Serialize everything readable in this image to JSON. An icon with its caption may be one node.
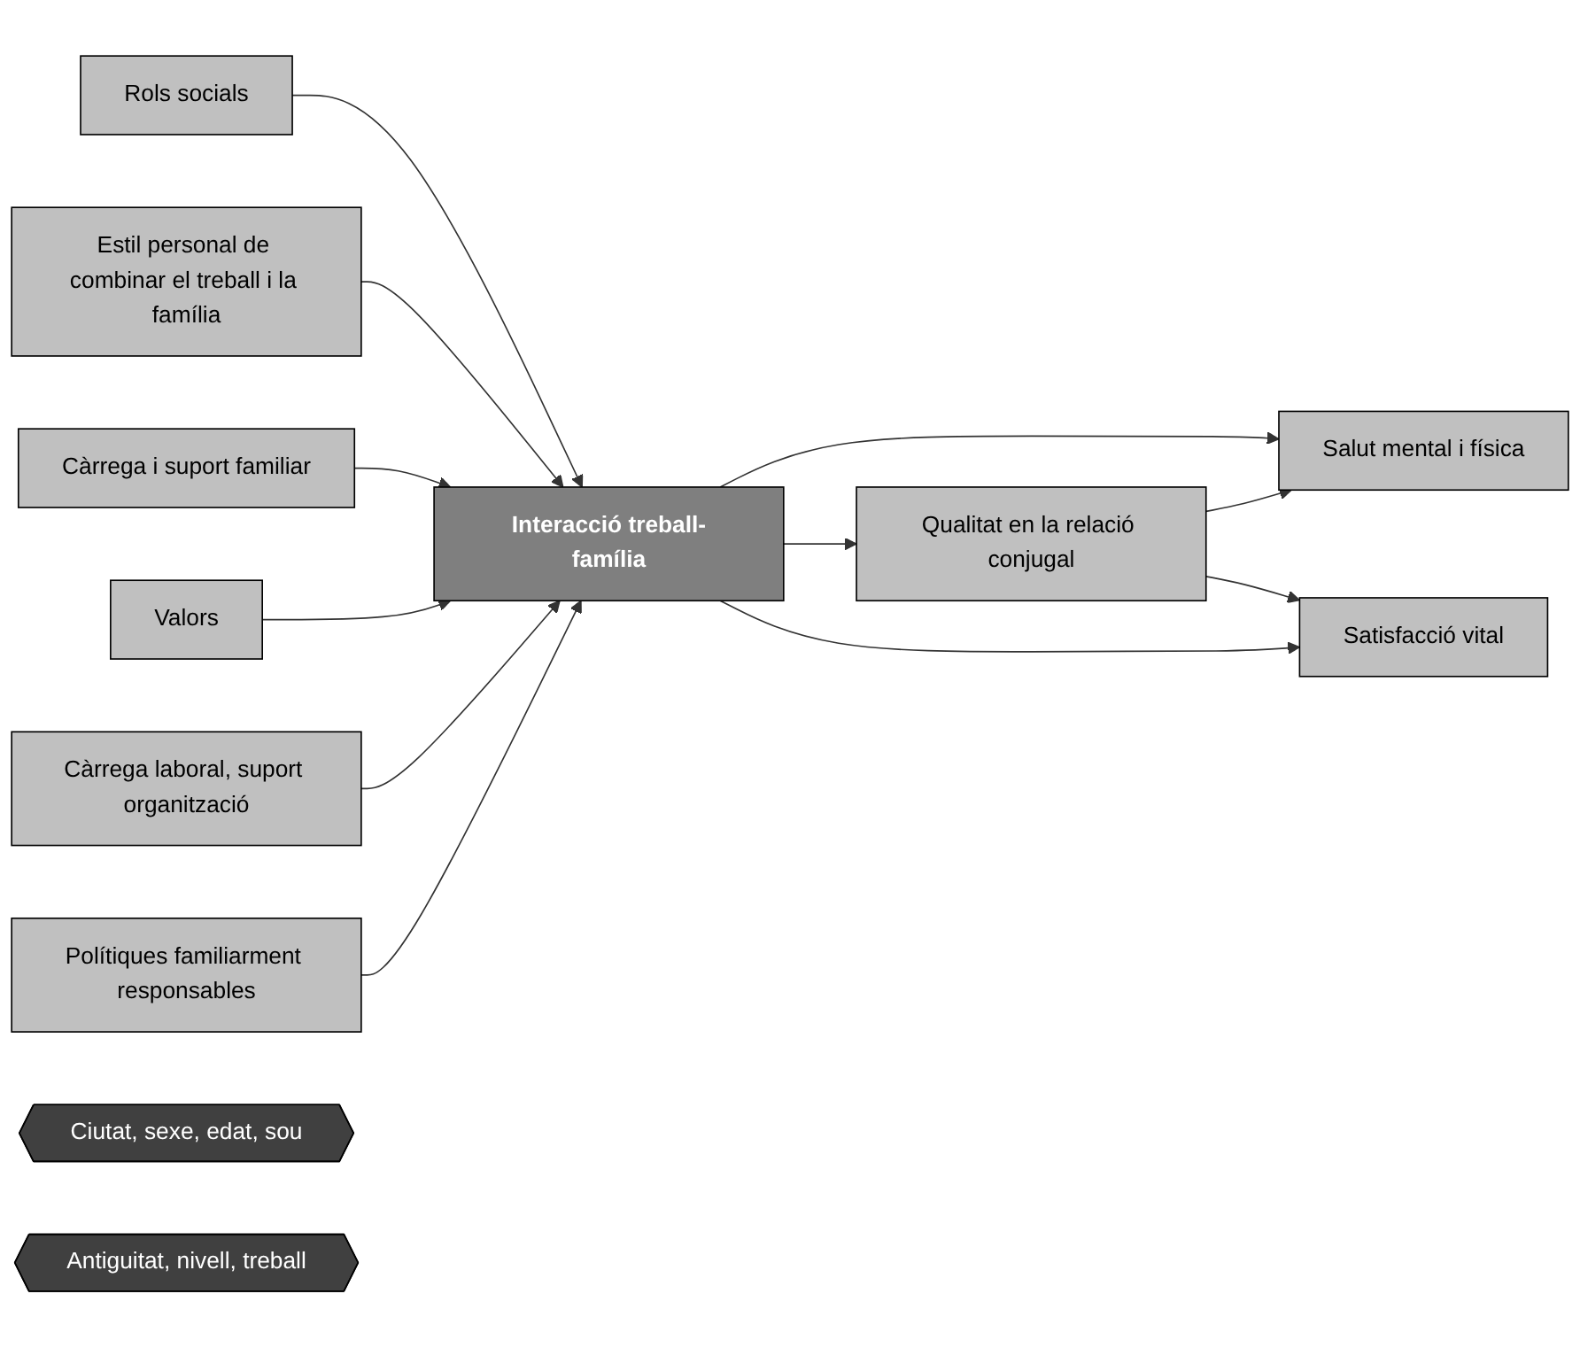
{
  "diagram": {
    "nodes": [
      {
        "text": [
          "Rols socials"
        ]
      },
      {
        "text": [
          "Estil personal de combinar el treball i la família"
        ]
      },
      {
        "text": [
          "Càrrega i suport familiar"
        ]
      },
      {
        "text": [
          "Valors"
        ]
      },
      {
        "text": [
          "Càrrega laboral, suport organització"
        ]
      },
      {
        "text": [
          "Polítiques familiarment responsables"
        ]
      },
      {
        "text": [
          "Ciutat, sexe, edat, sou"
        ]
      },
      {
        "text": [
          "Interacció treball-família"
        ]
      },
      {
        "text": [
          "Antiguitat, nivell, treball"
        ]
      },
      {
        "text": [
          "Salut mental i física"
        ]
      },
      {
        "text": [
          "Qualitat en la relació conjugal"
        ]
      },
      {
        "text": [
          "Satisfacció vital"
        ]
      }
    ],
    "edges": [
      {
        "from": 0,
        "to": 7,
        "arrow": "to"
      },
      {
        "from": 1,
        "to": 7,
        "arrow": "to"
      },
      {
        "from": 2,
        "to": 7,
        "arrow": "to"
      },
      {
        "from": 3,
        "to": 7,
        "arrow": "to"
      },
      {
        "from": 4,
        "to": 7,
        "arrow": "to"
      },
      {
        "from": 5,
        "to": 7,
        "arrow": "to"
      },
      {
        "from": 7,
        "to": 9,
        "arrow": "to"
      },
      {
        "from": 7,
        "to": 10,
        "arrow": "to"
      },
      {
        "from": 7,
        "to": 11,
        "arrow": "to"
      },
      {
        "from": 10,
        "to": 9,
        "arrow": "to"
      },
      {
        "from": 10,
        "to": 11,
        "arrow": "to"
      }
    ]
  }
}
